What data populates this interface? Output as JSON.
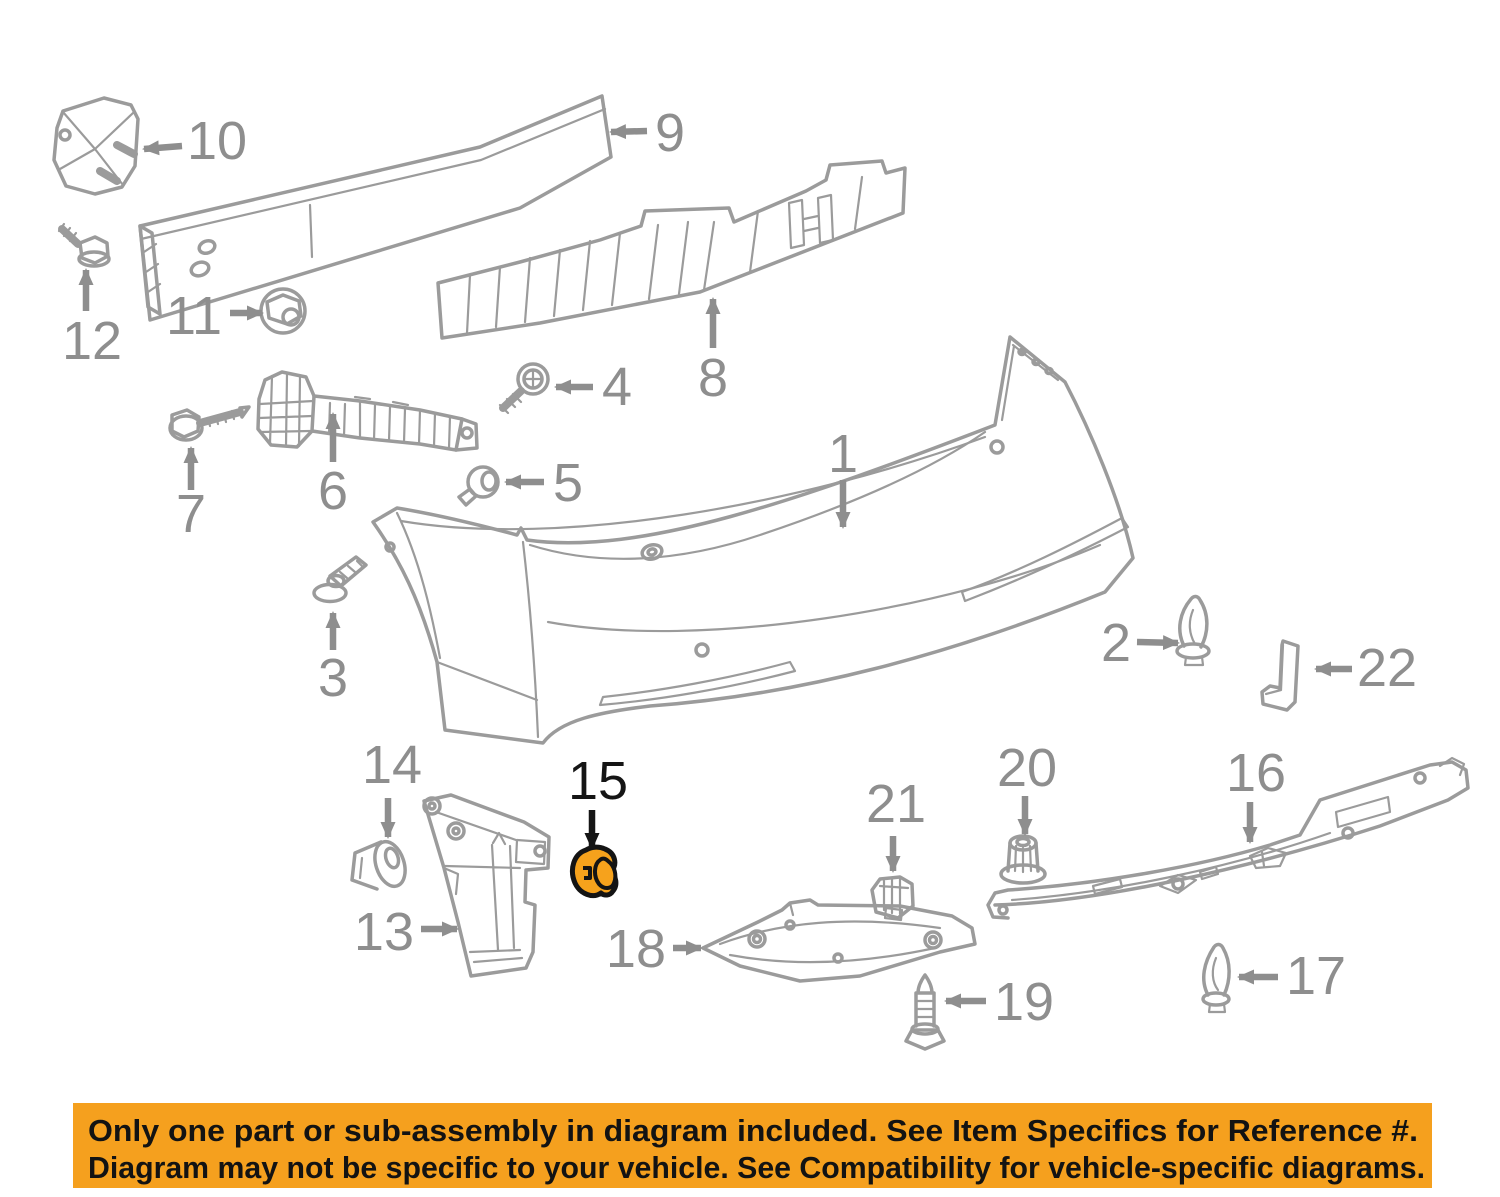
{
  "colors": {
    "line": "#9B9B9B",
    "label": "#8E8E8E",
    "highlight_fill": "#F6A21C",
    "highlight_outline": "#141414",
    "banner_bg": "#F5A01E",
    "banner_text": "#131313"
  },
  "parts": [
    {
      "num": "1"
    },
    {
      "num": "2"
    },
    {
      "num": "3"
    },
    {
      "num": "4"
    },
    {
      "num": "5"
    },
    {
      "num": "6"
    },
    {
      "num": "7"
    },
    {
      "num": "8"
    },
    {
      "num": "9"
    },
    {
      "num": "10"
    },
    {
      "num": "11"
    },
    {
      "num": "12"
    },
    {
      "num": "13"
    },
    {
      "num": "14"
    },
    {
      "num": "15"
    },
    {
      "num": "16"
    },
    {
      "num": "17"
    },
    {
      "num": "18"
    },
    {
      "num": "19"
    },
    {
      "num": "20"
    },
    {
      "num": "21"
    },
    {
      "num": "22"
    }
  ],
  "banner": {
    "line1": "Only one part or sub-assembly in diagram included. See Item Specifics for Reference #.",
    "line2": "Diagram may not be specific to your vehicle. See Compatibility for vehicle-specific diagrams."
  }
}
